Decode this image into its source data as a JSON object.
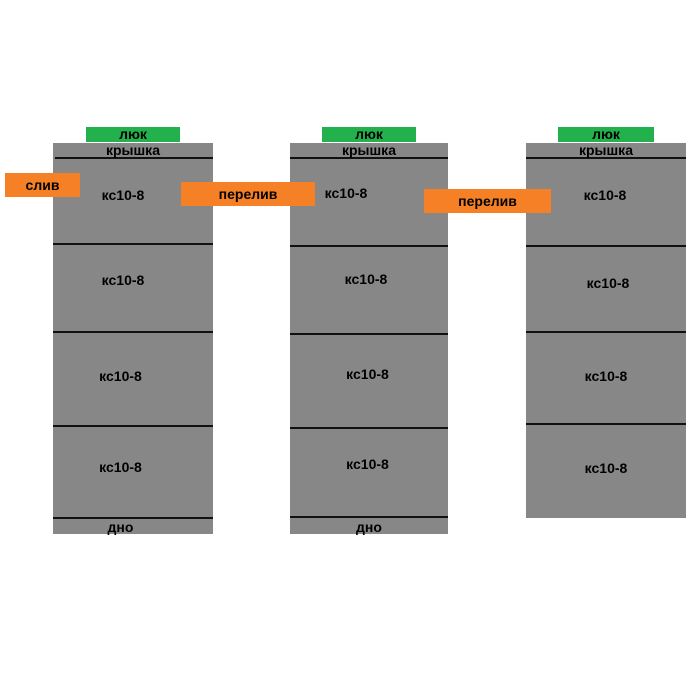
{
  "colors": {
    "well": "#878787",
    "hatch": "#22b14c",
    "pipe": "#f58025",
    "line": "#111111"
  },
  "wells": [
    {
      "hatch": "люк",
      "cover": "крышка",
      "rings": [
        "кс10-8",
        "кс10-8",
        "кс10-8",
        "кс10-8"
      ],
      "bottom": "дно"
    },
    {
      "hatch": "люк",
      "cover": "крышка",
      "rings": [
        "кс10-8",
        "кс10-8",
        "кс10-8",
        "кс10-8"
      ],
      "bottom": "дно"
    },
    {
      "hatch": "люк",
      "cover": "крышка",
      "rings": [
        "кс10-8",
        "кс10-8",
        "кс10-8",
        "кс10-8"
      ]
    }
  ],
  "pipes": {
    "drain": "слив",
    "overflow_1": "перелив",
    "overflow_2": "перелив"
  }
}
